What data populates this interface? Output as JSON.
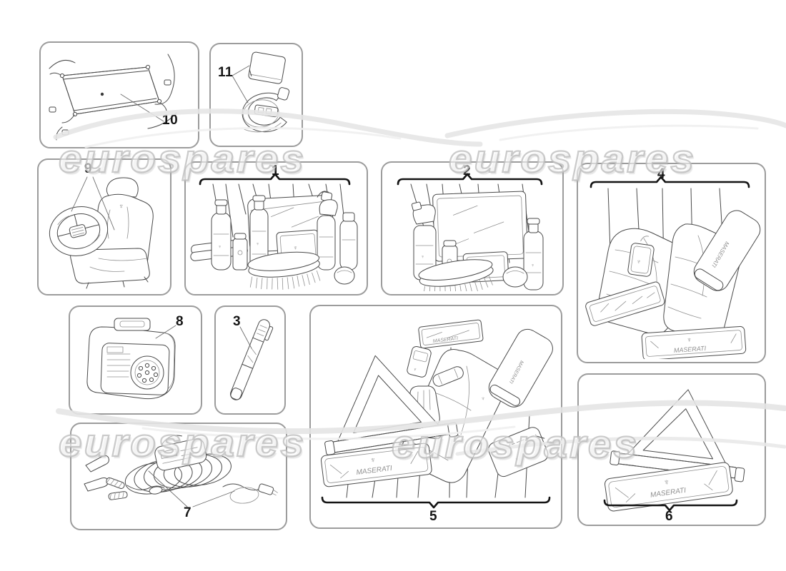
{
  "watermark": {
    "text": "eurospares"
  },
  "brand": {
    "wordmark": "MASERATI",
    "trident_glyph": "♆"
  },
  "colors": {
    "background": "#ffffff",
    "panel_border": "#9c9c9c",
    "line_art": "#4a4a4a",
    "callout": "#141414",
    "watermark_gray": "#bcbcbc"
  },
  "panels": {
    "net": {
      "label": "10"
    },
    "tyre_kit": {
      "label": "11"
    },
    "seat_cover": {
      "label": "9"
    },
    "care_kit_1": {
      "label": "1"
    },
    "care_kit_2": {
      "label": "2"
    },
    "cover_kit": {
      "label": "4"
    },
    "case": {
      "label": "8"
    },
    "pen": {
      "label": "3"
    },
    "safety_kit": {
      "label": "5"
    },
    "triangle": {
      "label": "6"
    },
    "cables": {
      "label": "7"
    }
  }
}
